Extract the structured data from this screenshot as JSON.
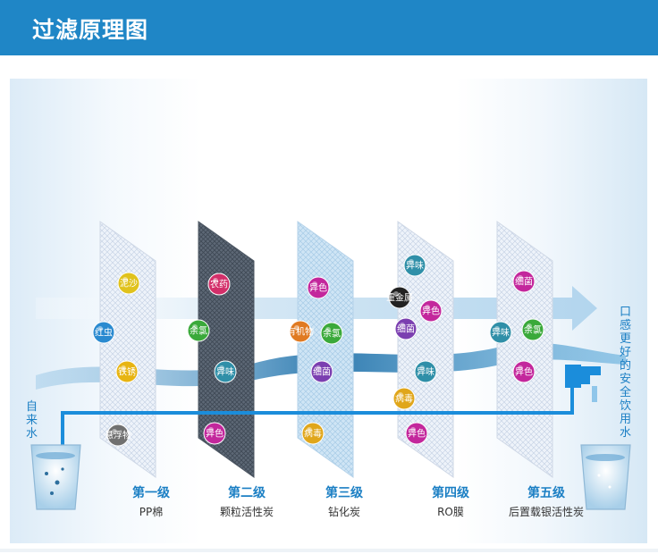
{
  "header": {
    "title": "过滤原理图"
  },
  "inlet": {
    "label_chars": [
      "自",
      "来",
      "水"
    ]
  },
  "outlet": {
    "label_chars": [
      "口",
      "感",
      "更",
      "好",
      "的",
      "安",
      "全",
      "饮",
      "用",
      "水"
    ]
  },
  "stages": [
    {
      "num": "第一级",
      "name": "PP棉"
    },
    {
      "num": "第二级",
      "name": "颗粒活性炭"
    },
    {
      "num": "第三级",
      "name": "钻化炭"
    },
    {
      "num": "第四级",
      "name": "RO膜"
    },
    {
      "num": "第五级",
      "name": "后置载银活性炭"
    }
  ],
  "bubbles": [
    {
      "text": "泥沙",
      "color": "#e0c21c"
    },
    {
      "text": "红虫",
      "color": "#2a8ad0"
    },
    {
      "text": "铁锈",
      "color": "#e7b412"
    },
    {
      "text": "悬浮物",
      "color": "#707070"
    },
    {
      "text": "农药",
      "color": "#d32f6a"
    },
    {
      "text": "余氯",
      "color": "#3aa93a"
    },
    {
      "text": "异味",
      "color": "#2f8fa8"
    },
    {
      "text": "异色",
      "color": "#c3279c"
    },
    {
      "text": "异色",
      "color": "#c3279c"
    },
    {
      "text": "有机物",
      "color": "#e07a22"
    },
    {
      "text": "余氯",
      "color": "#3aa93a"
    },
    {
      "text": "细菌",
      "color": "#7b3fb0"
    },
    {
      "text": "病毒",
      "color": "#e0a61a"
    },
    {
      "text": "异味",
      "color": "#2f8fa8"
    },
    {
      "text": "重金属",
      "color": "#222222"
    },
    {
      "text": "异色",
      "color": "#c3279c"
    },
    {
      "text": "细菌",
      "color": "#7b3fb0"
    },
    {
      "text": "异味",
      "color": "#2f8fa8"
    },
    {
      "text": "病毒",
      "color": "#e0a61a"
    },
    {
      "text": "异色",
      "color": "#c3279c"
    },
    {
      "text": "细菌",
      "color": "#c3279c"
    },
    {
      "text": "异味",
      "color": "#2f8fa8"
    },
    {
      "text": "余氯",
      "color": "#3aa93a"
    },
    {
      "text": "异色",
      "color": "#c3279c"
    }
  ]
}
